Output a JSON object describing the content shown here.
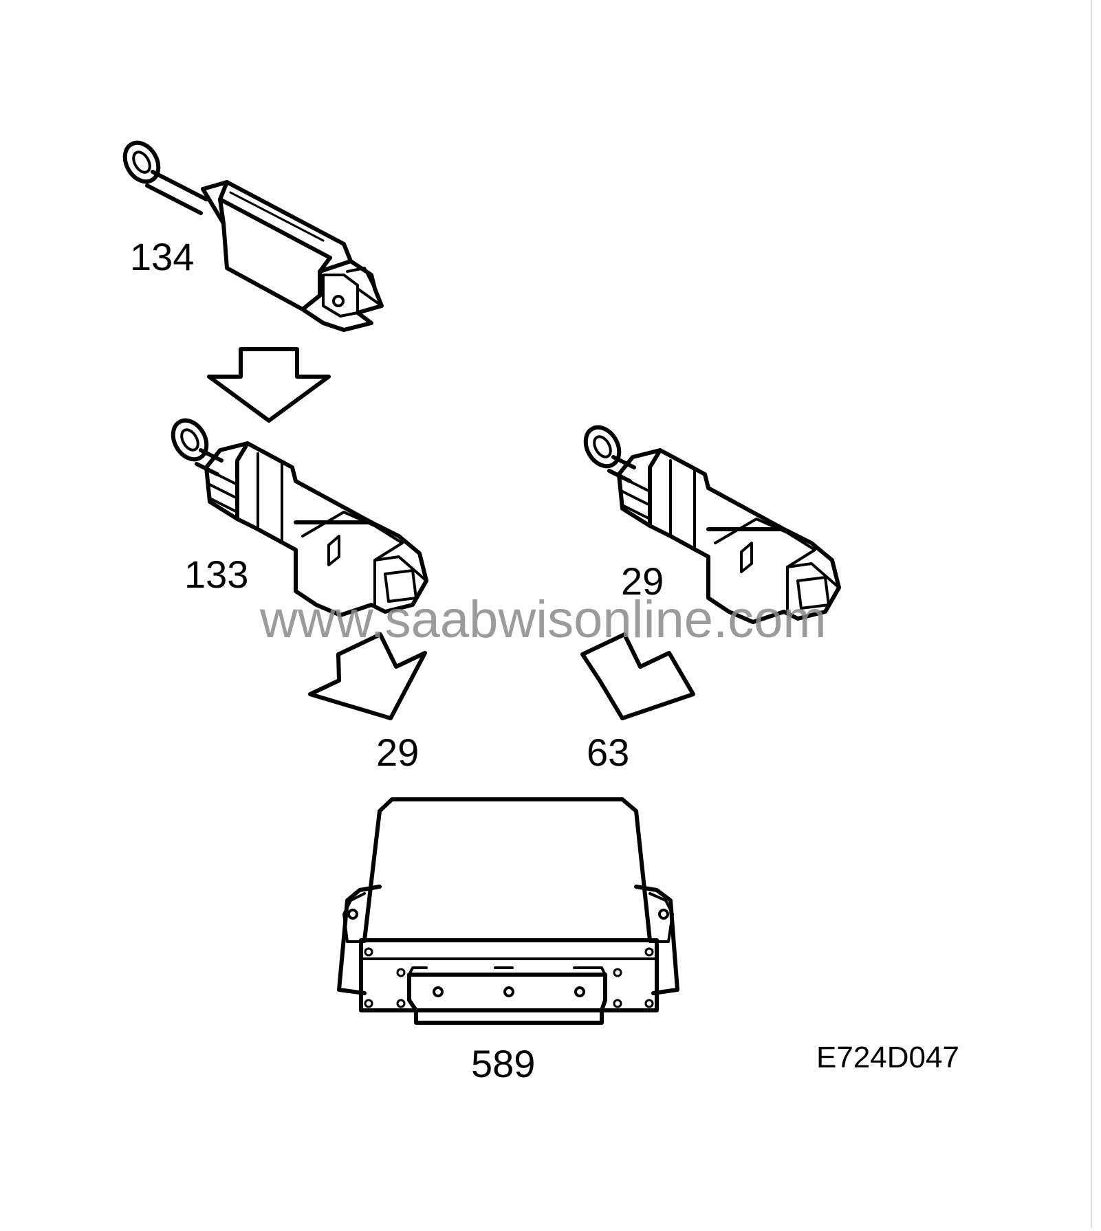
{
  "labels": {
    "switch_top": "134",
    "switch_left": "133",
    "switch_right": "29",
    "arrow_left": "29",
    "arrow_right": "63",
    "control_unit": "589",
    "figure_code": "E724D047"
  },
  "watermark": "www.saabwisonline.com",
  "colors": {
    "line": "#000000",
    "background": "#ffffff",
    "watermark": "#8a8a8a"
  }
}
